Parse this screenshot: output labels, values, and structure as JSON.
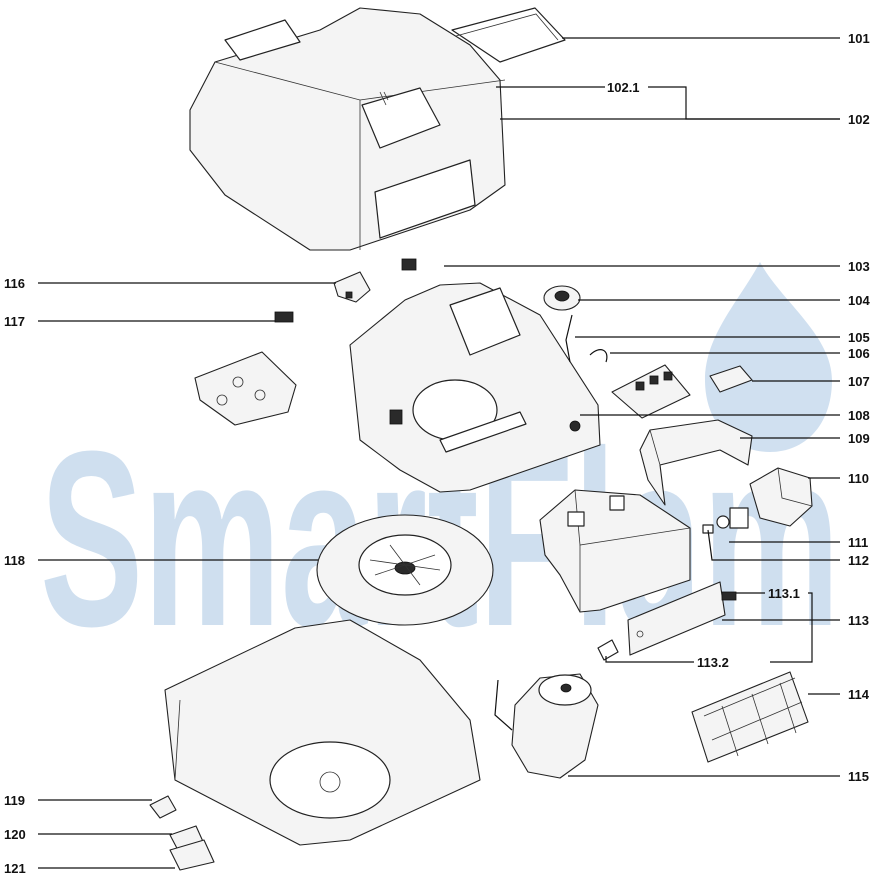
{
  "watermark": {
    "text": "SmartFlam",
    "color": "#a9c6e3"
  },
  "callouts": [
    {
      "id": "101",
      "label": "101"
    },
    {
      "id": "102-1",
      "label": "102.1"
    },
    {
      "id": "102",
      "label": "102"
    },
    {
      "id": "103",
      "label": "103"
    },
    {
      "id": "104",
      "label": "104"
    },
    {
      "id": "105",
      "label": "105"
    },
    {
      "id": "106",
      "label": "106"
    },
    {
      "id": "107",
      "label": "107"
    },
    {
      "id": "108",
      "label": "108"
    },
    {
      "id": "109",
      "label": "109"
    },
    {
      "id": "110",
      "label": "110"
    },
    {
      "id": "111",
      "label": "111"
    },
    {
      "id": "112",
      "label": "112"
    },
    {
      "id": "113-1",
      "label": "113.1"
    },
    {
      "id": "113",
      "label": "113"
    },
    {
      "id": "113-2",
      "label": "113.2"
    },
    {
      "id": "114",
      "label": "114"
    },
    {
      "id": "115",
      "label": "115"
    },
    {
      "id": "116",
      "label": "116"
    },
    {
      "id": "117",
      "label": "117"
    },
    {
      "id": "118",
      "label": "118"
    },
    {
      "id": "119",
      "label": "119"
    },
    {
      "id": "120",
      "label": "120"
    },
    {
      "id": "121",
      "label": "121"
    }
  ]
}
